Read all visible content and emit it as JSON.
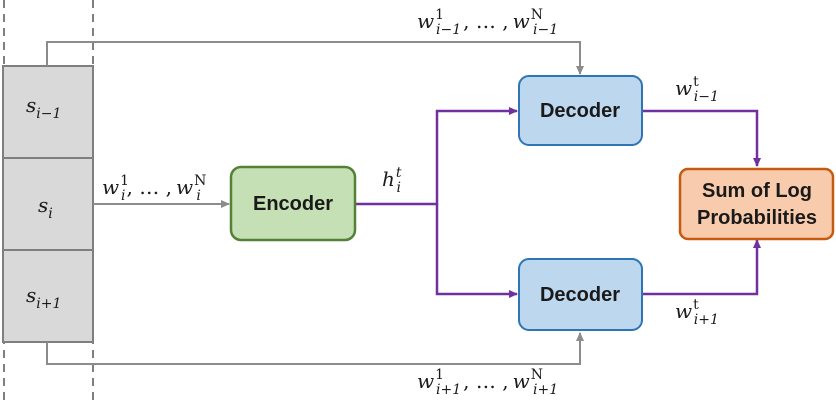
{
  "sentences": [
    {
      "base": "s",
      "sub": "i−1"
    },
    {
      "base": "s",
      "sub": "i"
    },
    {
      "base": "s",
      "sub": "i+1"
    }
  ],
  "nodes": {
    "encoder": "Encoder",
    "decoder_top": "Decoder",
    "decoder_bottom": "Decoder",
    "output_line1": "Sum of Log",
    "output_line2": "Probabilities"
  },
  "labels": {
    "input_words": {
      "w": "w",
      "sub_i": "i",
      "sup_1": "1",
      "sep": ", … ,",
      "sup_N": "N"
    },
    "hidden": {
      "h": "h",
      "sub": "i",
      "sup": "t"
    },
    "prev_words": {
      "w": "w",
      "sub": "i−1",
      "sup_1": "1",
      "sep": ", … ,",
      "sup_N": "N"
    },
    "next_words": {
      "w": "w",
      "sub": "i+1",
      "sup_1": "1",
      "sep": ", … ,",
      "sup_N": "N"
    },
    "prev_word_t": {
      "w": "w",
      "sub": "i−1",
      "sup": "t"
    },
    "next_word_t": {
      "w": "w",
      "sub": "i+1",
      "sup": "t"
    }
  },
  "colors": {
    "sentence_fill": "#d9d9d9",
    "sentence_stroke": "#7f7f7f",
    "encoder_fill": "#c5e0b4",
    "encoder_stroke": "#538135",
    "decoder_fill": "#bdd7ee",
    "decoder_stroke": "#2e75b6",
    "output_fill": "#f8cbad",
    "output_stroke": "#c55a11",
    "gray_arrow": "#8c8c8c",
    "purple_arrow": "#7030a0"
  }
}
